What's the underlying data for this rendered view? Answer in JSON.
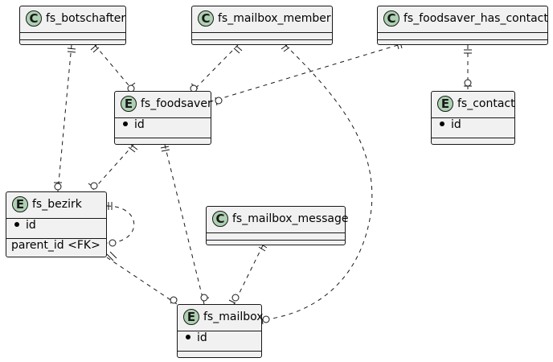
{
  "entities": {
    "botschafter": {
      "name": "fs_botschafter",
      "kind": "C"
    },
    "mailbox_member": {
      "name": "fs_mailbox_member",
      "kind": "C"
    },
    "foodsaver_has_contact": {
      "name": "fs_foodsaver_has_contact",
      "kind": "C"
    },
    "foodsaver": {
      "name": "fs_foodsaver",
      "kind": "E",
      "attrs": [
        "id"
      ]
    },
    "contact": {
      "name": "fs_contact",
      "kind": "E",
      "attrs": [
        "id"
      ]
    },
    "bezirk": {
      "name": "fs_bezirk",
      "kind": "E",
      "attrs": [
        "id"
      ],
      "fk": "parent_id <FK>"
    },
    "mailbox_message": {
      "name": "fs_mailbox_message",
      "kind": "C"
    },
    "mailbox": {
      "name": "fs_mailbox",
      "kind": "E",
      "attrs": [
        "id"
      ]
    }
  },
  "relations": [
    {
      "from": "fs_botschafter",
      "to": "fs_bezirk",
      "from_end": "one",
      "to_end": "zero-or-one"
    },
    {
      "from": "fs_botschafter",
      "to": "fs_foodsaver",
      "from_end": "one",
      "to_end": "zero-or-one"
    },
    {
      "from": "fs_mailbox_member",
      "to": "fs_foodsaver",
      "from_end": "one",
      "to_end": "zero-or-one"
    },
    {
      "from": "fs_mailbox_member",
      "to": "fs_mailbox",
      "from_end": "one",
      "to_end": "zero-or-one"
    },
    {
      "from": "fs_foodsaver_has_contact",
      "to": "fs_foodsaver",
      "from_end": "one",
      "to_end": "zero-or-one"
    },
    {
      "from": "fs_foodsaver_has_contact",
      "to": "fs_contact",
      "from_end": "one",
      "to_end": "zero-or-one"
    },
    {
      "from": "fs_foodsaver",
      "to": "fs_bezirk",
      "from_end": "one",
      "to_end": "zero-or-one"
    },
    {
      "from": "fs_foodsaver",
      "to": "fs_mailbox",
      "from_end": "one",
      "to_end": "zero-or-one"
    },
    {
      "from": "fs_bezirk",
      "to": "fs_bezirk",
      "from_end": "one",
      "to_end": "zero-or-one"
    },
    {
      "from": "fs_bezirk",
      "to": "fs_mailbox",
      "from_end": "one",
      "to_end": "zero-or-one"
    },
    {
      "from": "fs_mailbox_message",
      "to": "fs_mailbox",
      "from_end": "one",
      "to_end": "zero-or-one"
    }
  ],
  "colors": {
    "node_fill": "#f1f1f1",
    "border": "#181818",
    "badge_fill": "#add1b2"
  }
}
